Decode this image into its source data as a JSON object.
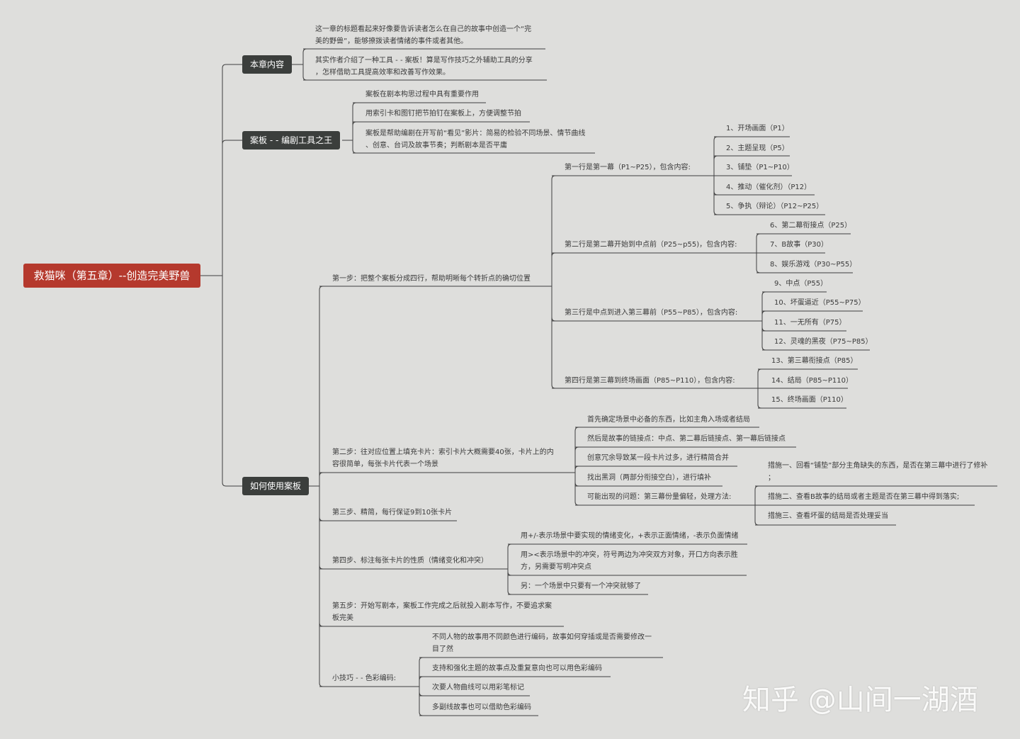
{
  "root": "救猫咪（第五章）--创造完美野兽",
  "sections": {
    "content": {
      "label": "本章内容",
      "items": [
        [
          "这一章的标题看起来好像要告诉读者怎么在自己的故事中创造一个“完",
          "美的野兽”，能够撩拨读者情绪的事件或者其他。"
        ],
        [
          "其实作者介绍了一种工具 - - 案板！算是写作技巧之外辅助工具的分享",
          "，怎样借助工具提高效率和改善写作效果。"
        ]
      ]
    },
    "board": {
      "label": "案板 - - 编剧工具之王",
      "items": [
        [
          "案板在剧本构思过程中具有重要作用"
        ],
        [
          "用索引卡和图钉把节拍钉在案板上，方便调整节拍"
        ],
        [
          "案板是帮助编剧在开写前“看见”影片：简易的检验不同场景、情节曲线",
          "、创意、台词及故事节奏；判断剧本是否平庸"
        ]
      ]
    },
    "usage": {
      "label": "如何使用案板",
      "step1": {
        "label": "第一步：把整个案板分成四行，帮助明晰每个转折点的确切位置",
        "rows": [
          {
            "label": "第一行是第一幕（P1~P25），包含内容:",
            "items": [
              "1、开场画面（P1）",
              "2、主题呈现（P5）",
              "3、铺垫（P1~P10）",
              "4、推动（催化剂）（P12）",
              "5、争执（辩论）（P12~P25）"
            ]
          },
          {
            "label": "第二行是第二幕开始到中点前（P25~p55)，包含内容:",
            "items": [
              "6、第二幕衔接点（P25）",
              "7、B故事（P30）",
              "8、娱乐游戏（P30~P55）"
            ]
          },
          {
            "label": "第三行是中点到进入第三幕前（P55~P85），包含内容:",
            "items": [
              "9、中点（P55）",
              "10、坏蛋逼近（P55~P75）",
              "11、一无所有（P75）",
              "12、灵魂的黑夜（P75~P85）"
            ]
          },
          {
            "label": "第四行是第三幕到终场画面（P85~P110），包含内容:",
            "items": [
              "13、第三幕衔接点（P85）",
              "14、结局（P85~P110）",
              "15、终场画面（P110）"
            ]
          }
        ]
      },
      "step2": {
        "label": [
          "第二步：往对应位置上填充卡片：索引卡片大概需要40张，卡片上的内",
          "容很简单，每张卡片代表一个场景"
        ],
        "items": [
          "首先确定场景中必备的东西，比如主角入场或者结局",
          "然后是故事的链接点：中点、第二幕后链接点、第一幕后链接点",
          "创意冗余导致某一段卡片过多，进行精简合并",
          "找出黑洞（两部分衔接空白），进行填补",
          "可能出现的问题：第三幕份量偏轻，处理方法:"
        ],
        "measures": [
          [
            "措施一、回看“铺垫”部分主角缺失的东西，是否在第三幕中进行了修补",
            "；"
          ],
          [
            "措施二、查看B故事的结局或者主题是否在第三幕中得到落实;"
          ],
          [
            "措施三、查看坏蛋的结局是否处理妥当"
          ]
        ]
      },
      "step3": {
        "label": "第三步、精简，每行保证9到10张卡片"
      },
      "step4": {
        "label": "第四步、标注每张卡片的性质（情绪变化和冲突）",
        "items": [
          [
            "用+/-表示场景中要实现的情绪变化，+表示正面情绪，-表示负面情绪"
          ],
          [
            "用><表示场景中的冲突，符号两边为冲突双方对象，开口方向表示胜",
            "方，另需要写明冲突点"
          ],
          [
            "另：一个场景中只要有一个冲突就够了"
          ]
        ]
      },
      "step5": {
        "label": [
          "第五步：开始写剧本，案板工作完成之后就投入剧本写作，不要追求案",
          "板完美"
        ]
      },
      "tip": {
        "label": "小技巧 - - 色彩编码:",
        "items": [
          [
            "不同人物的故事用不同颜色进行编码，故事如何穿插或是否需要修改一",
            "目了然"
          ],
          [
            "支持和强化主题的故事点及重复意向也可以用色彩编码"
          ],
          [
            "次要人物曲线可以用彩笔标记"
          ],
          [
            "多副线故事也可以借助色彩编码"
          ]
        ]
      }
    }
  },
  "watermark": "知乎 @山间一湖酒",
  "colors": {
    "background": "#dededc",
    "root": "#b5392d",
    "section": "#3b3e3c",
    "line": "#3f3f3f"
  }
}
